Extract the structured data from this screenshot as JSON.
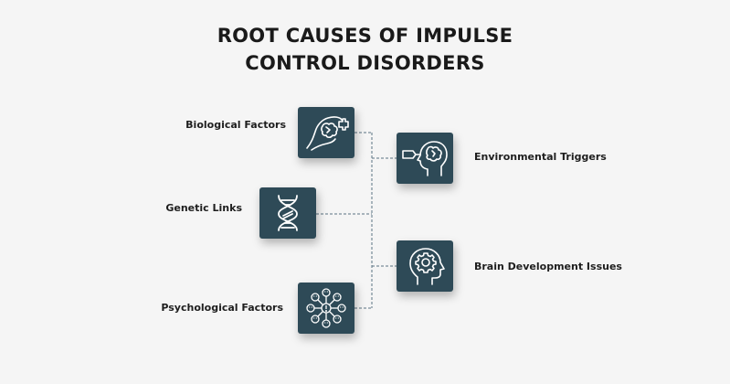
{
  "title": {
    "line1": "ROOT CAUSES OF IMPULSE",
    "line2": "CONTROL DISORDERS"
  },
  "colors": {
    "background": "#f5f5f5",
    "tile": "#2e4a57",
    "connector": "#5a7282",
    "text": "#1e1e1e"
  },
  "factors": [
    {
      "label": "Biological Factors",
      "icon": "brain-in-hand-icon",
      "side": "left"
    },
    {
      "label": "Genetic Links",
      "icon": "dna-icon",
      "side": "left"
    },
    {
      "label": "Psychological Factors",
      "icon": "emotions-icon",
      "side": "left"
    },
    {
      "label": "Environmental Triggers",
      "icon": "head-with-brain-icon",
      "side": "right"
    },
    {
      "label": "Brain Development Issues",
      "icon": "head-with-gear-icon",
      "side": "right"
    }
  ]
}
